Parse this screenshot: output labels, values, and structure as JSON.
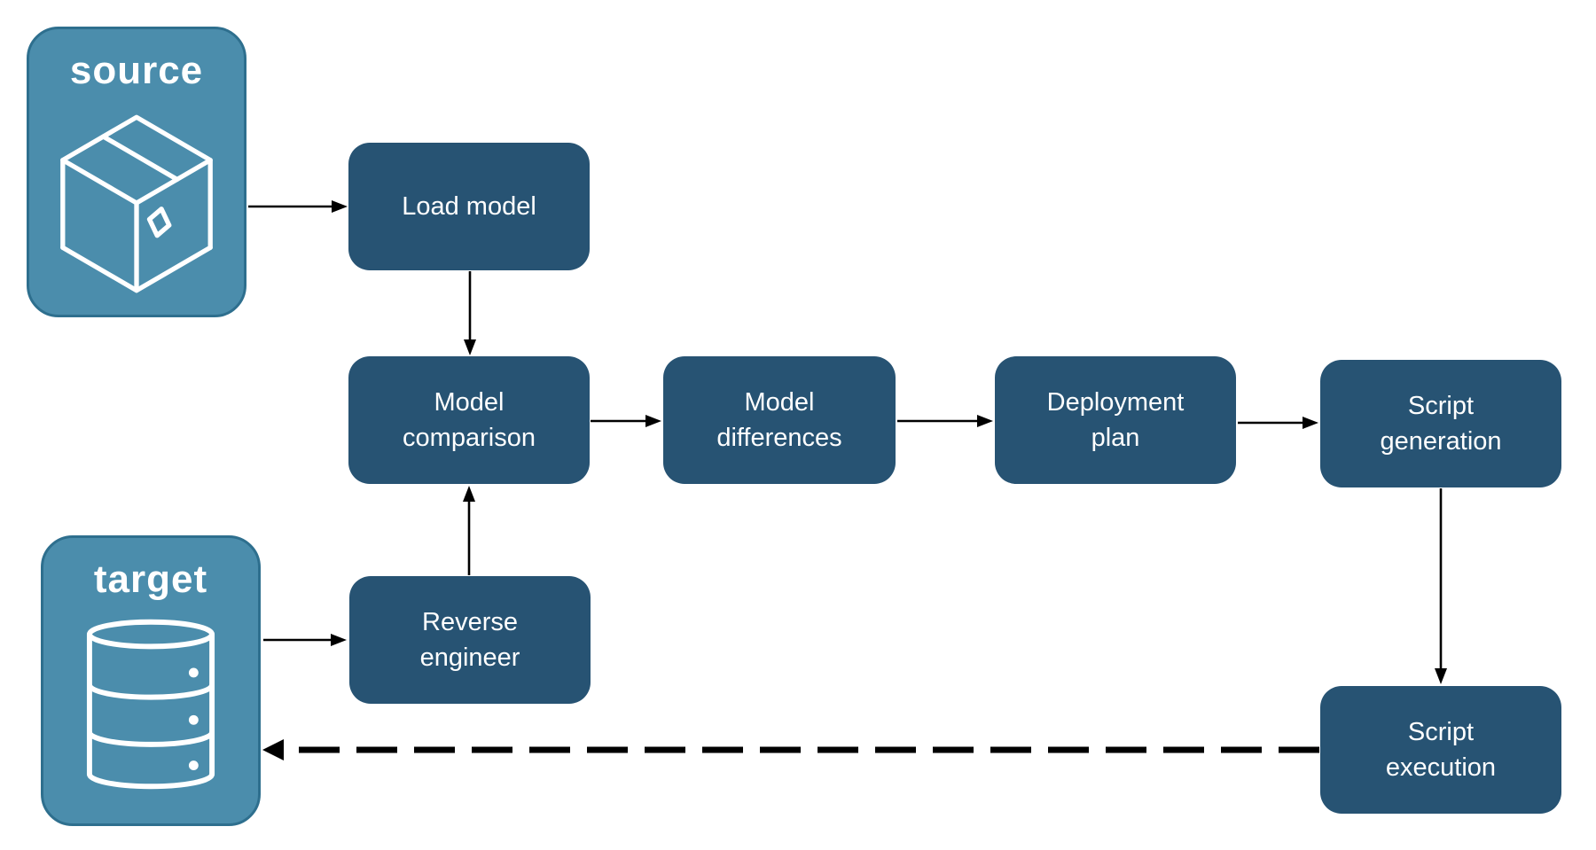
{
  "diagram": {
    "type": "flowchart",
    "source": {
      "label": "source",
      "icon": "package-icon"
    },
    "target": {
      "label": "target",
      "icon": "database-icon"
    },
    "nodes": {
      "load_model": {
        "label": [
          "Load model"
        ]
      },
      "model_comparison": {
        "label": [
          "Model",
          "comparison"
        ]
      },
      "model_differences": {
        "label": [
          "Model",
          "differences"
        ]
      },
      "deployment_plan": {
        "label": [
          "Deployment",
          "plan"
        ]
      },
      "script_generation": {
        "label": [
          "Script",
          "generation"
        ]
      },
      "reverse_engineer": {
        "label": [
          "Reverse",
          "engineer"
        ]
      },
      "script_execution": {
        "label": [
          "Script",
          "execution"
        ]
      }
    },
    "edges": [
      {
        "from": "source",
        "to": "load_model",
        "style": "solid"
      },
      {
        "from": "load_model",
        "to": "model_comparison",
        "style": "solid"
      },
      {
        "from": "model_comparison",
        "to": "model_differences",
        "style": "solid"
      },
      {
        "from": "model_differences",
        "to": "deployment_plan",
        "style": "solid"
      },
      {
        "from": "deployment_plan",
        "to": "script_generation",
        "style": "solid"
      },
      {
        "from": "script_generation",
        "to": "script_execution",
        "style": "solid"
      },
      {
        "from": "target",
        "to": "reverse_engineer",
        "style": "solid"
      },
      {
        "from": "reverse_engineer",
        "to": "model_comparison",
        "style": "solid"
      },
      {
        "from": "script_execution",
        "to": "target",
        "style": "dashed"
      }
    ],
    "colors": {
      "node_fill": "#275373",
      "endpoint_fill": "#4B8DAC",
      "endpoint_border": "#2E6F8E",
      "text": "#FFFFFF",
      "arrow": "#000000",
      "background": "#FFFFFF"
    }
  }
}
